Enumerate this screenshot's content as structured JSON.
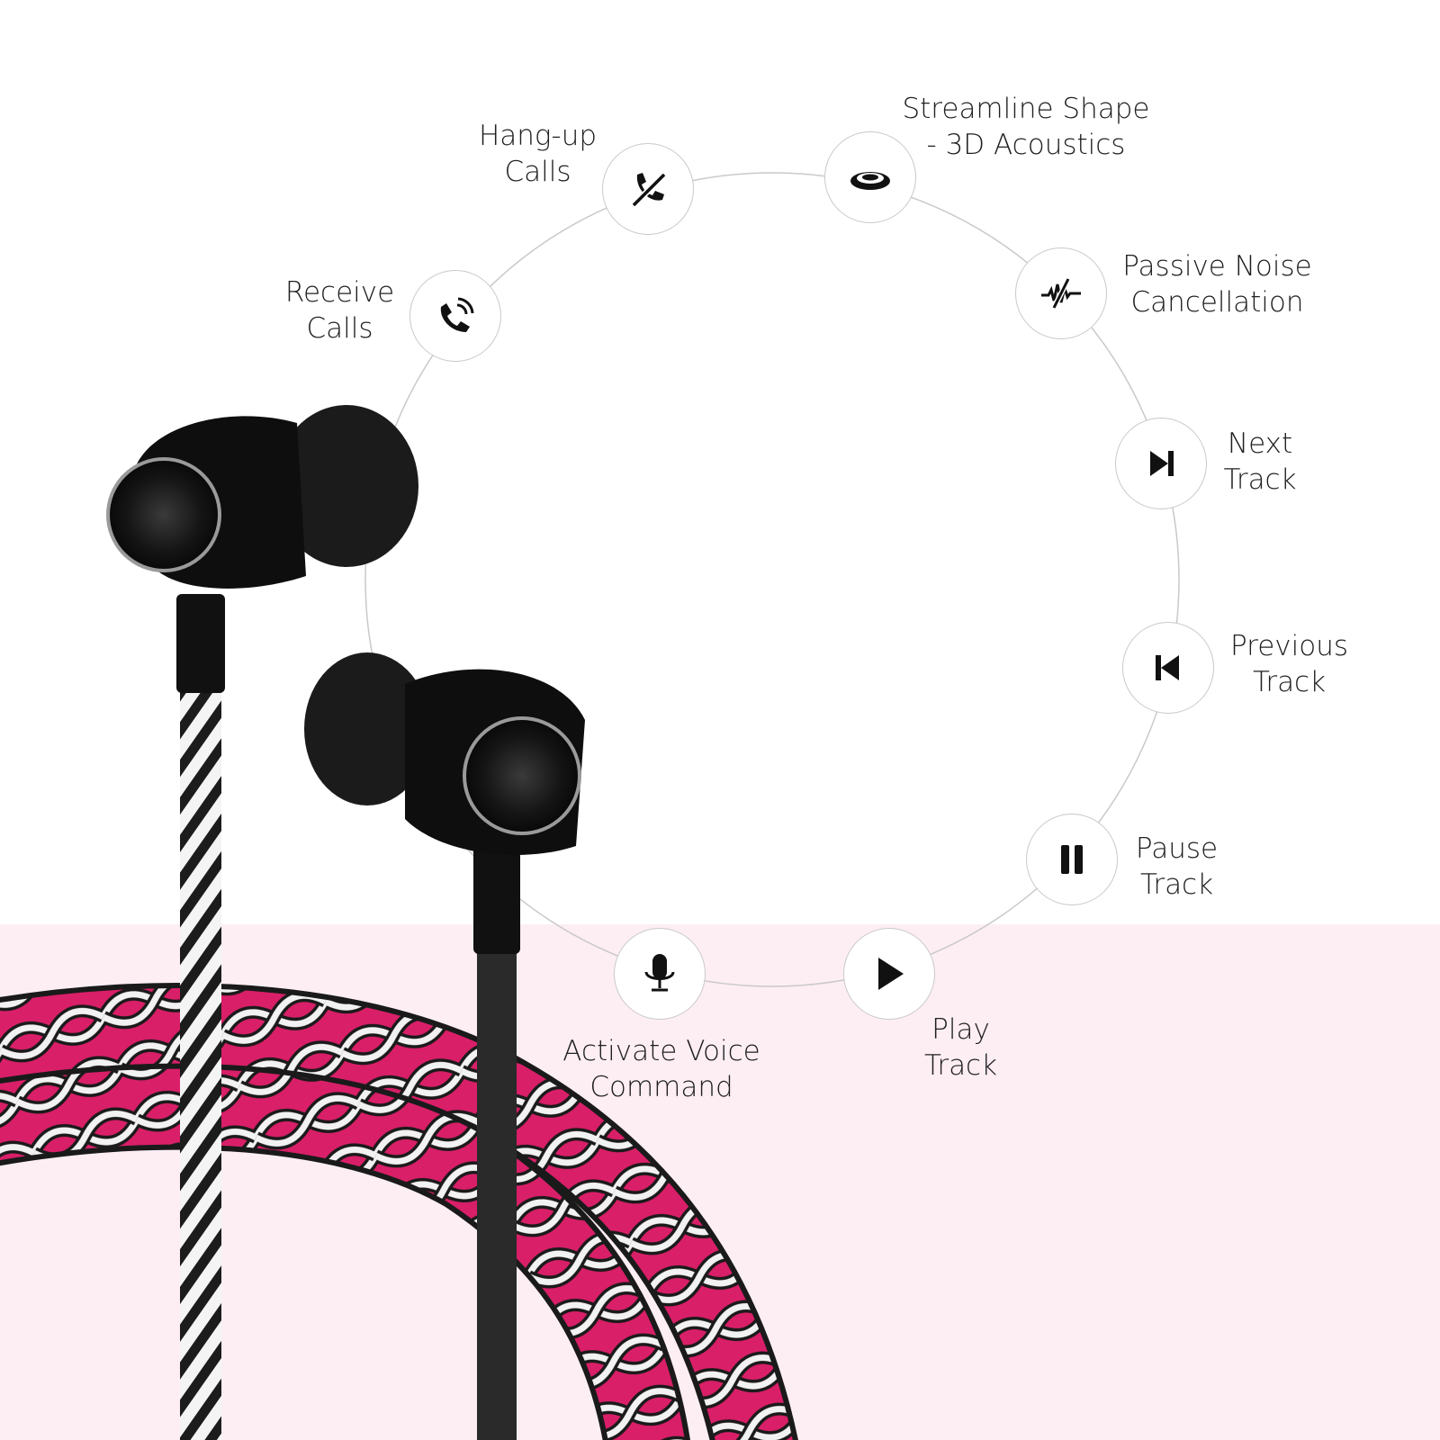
{
  "colors": {
    "background": "#ffffff",
    "pink_band": "#fdeef4",
    "ring_line": "#c9c9c9",
    "icon": "#111111",
    "cable_pink": "#d91f68",
    "cable_white": "#f2f2f2",
    "cable_black": "#1a1a1a"
  },
  "features": [
    {
      "id": "hang-up-calls",
      "icon": "phone-hangup-icon",
      "line1": "Hang-up",
      "line2": "Calls"
    },
    {
      "id": "streamline-shape",
      "icon": "acoustics-icon",
      "line1": "Streamline Shape",
      "line2": "- 3D Acoustics"
    },
    {
      "id": "receive-calls",
      "icon": "phone-ringing-icon",
      "line1": "Receive",
      "line2": "Calls"
    },
    {
      "id": "passive-noise",
      "icon": "noise-cancel-icon",
      "line1": "Passive Noise",
      "line2": "Cancellation"
    },
    {
      "id": "next-track",
      "icon": "skip-next-icon",
      "line1": "Next",
      "line2": "Track"
    },
    {
      "id": "previous-track",
      "icon": "skip-previous-icon",
      "line1": "Previous",
      "line2": "Track"
    },
    {
      "id": "pause-track",
      "icon": "pause-icon",
      "line1": "Pause",
      "line2": "Track"
    },
    {
      "id": "play-track",
      "icon": "play-icon",
      "line1": "Play",
      "line2": "Track"
    },
    {
      "id": "voice-command",
      "icon": "microphone-icon",
      "line1": "Activate Voice",
      "line2": "Command"
    }
  ]
}
